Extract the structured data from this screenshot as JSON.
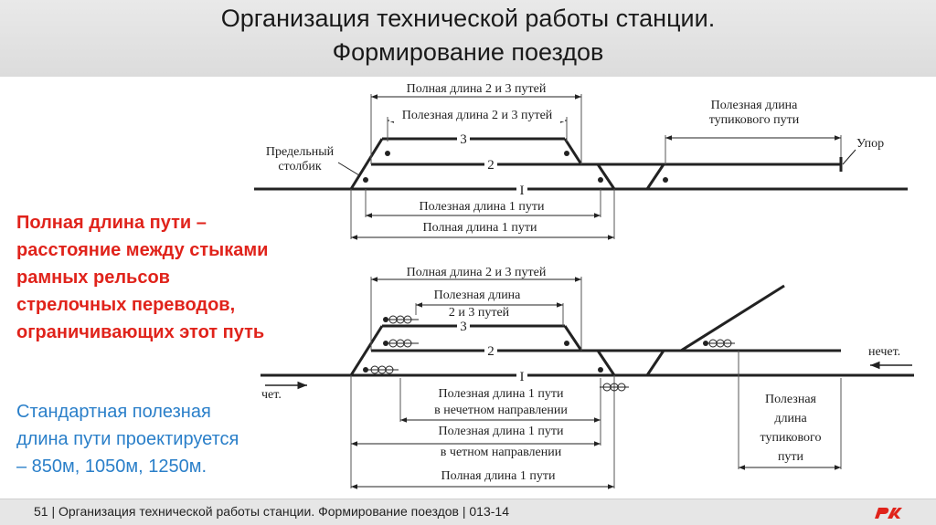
{
  "slide": {
    "title_line1": "Организация технической работы станции.",
    "title_line2": "Формирование поездов",
    "definition_lines": [
      "Полная длина пути –",
      "расстояние между стыками",
      "рамных рельсов",
      "стрелочных переводов,",
      "ограничивающих этот путь"
    ],
    "standard_lines": [
      "Стандартная полезная",
      "длина пути проектируется",
      "– 850м, 1050м, 1250м."
    ],
    "footer": "51 | Организация технической работы станции. Формирование поездов | 013-14",
    "colors": {
      "accent_red": "#e0231b",
      "accent_blue": "#2a7fc9",
      "header_bg": "#e2e2e2"
    }
  },
  "top_diagram": {
    "full_len_23": "Полная длина 2 и 3 путей",
    "useful_len_23": "Полезная длина 2 и 3 путей",
    "useful_deadend_l1": "Полезная длина",
    "useful_deadend_l2": "тупикового пути",
    "stop": "Упор",
    "limit_post_l1": "Предельный",
    "limit_post_l2": "столбик",
    "track3": "3",
    "track2": "2",
    "track1": "I",
    "useful_len_1": "Полезная длина 1 пути",
    "full_len_1": "Полная длина 1 пути"
  },
  "bottom_diagram": {
    "full_len_23": "Полная длина 2 и 3 путей",
    "useful_len_23_l1": "Полезная длина",
    "useful_len_23_l2": "2 и 3 путей",
    "track3": "3",
    "track2": "2",
    "track1": "I",
    "odd_dir": "нечет.",
    "even_dir": "чет.",
    "useful_odd_l1": "Полезная длина 1 пути",
    "useful_odd_l2": "в нечетном направлении",
    "useful_even_l1": "Полезная длина 1 пути",
    "useful_even_l2": "в четном направлении",
    "full_len_1": "Полная длина 1 пути",
    "useful_deadend_l1": "Полезная",
    "useful_deadend_l2": "длина",
    "useful_deadend_l3": "тупикового",
    "useful_deadend_l4": "пути"
  }
}
